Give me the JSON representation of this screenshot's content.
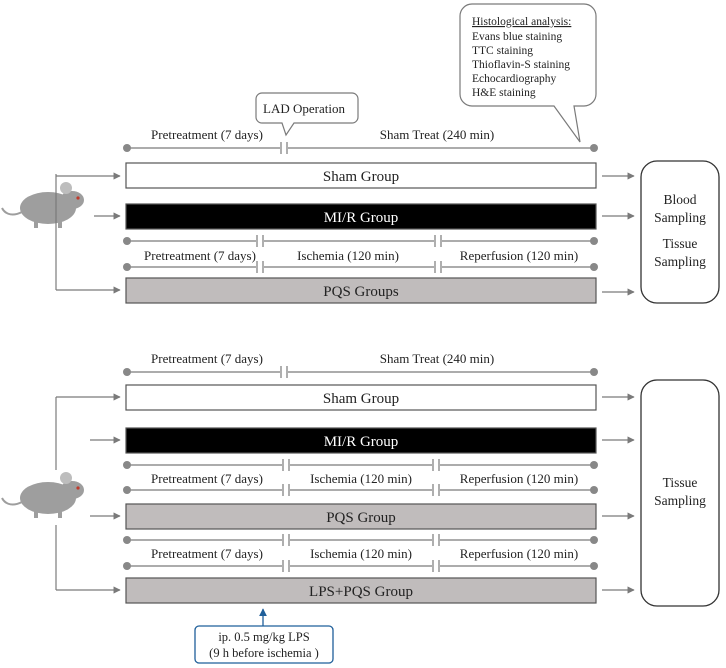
{
  "panel1": {
    "callout_lad": "LAD Operation",
    "histology": {
      "title": "Histological analysis:",
      "items": [
        "Evans blue staining",
        "TTC staining",
        "Thioflavin-S staining",
        "Echocardiography",
        "H&E staining"
      ]
    },
    "timeline_top": {
      "pretreatment": "Pretreatment (7 days)",
      "sham_treat": "Sham Treat (240 min)"
    },
    "groups": {
      "sham": "Sham Group",
      "mir": "MI/R Group",
      "pqs": "PQS Groups"
    },
    "timeline": {
      "pretreatment": "Pretreatment (7 days)",
      "ischemia": "Ischemia (120 min)",
      "reperfusion": "Reperfusion (120 min)"
    },
    "outcome": {
      "blood": [
        "Blood",
        "Sampling"
      ],
      "tissue": [
        "Tissue",
        "Sampling"
      ]
    }
  },
  "panel2": {
    "timeline_top": {
      "pretreatment": "Pretreatment (7 days)",
      "sham_treat": "Sham Treat (240 min)"
    },
    "groups": {
      "sham": "Sham Group",
      "mir": "MI/R Group",
      "pqs": "PQS Group",
      "lps_pqs": "LPS+PQS Group"
    },
    "timeline_a": {
      "pretreatment": "Pretreatment (7 days)",
      "ischemia": "Ischemia (120 min)",
      "reperfusion": "Reperfusion (120 min)"
    },
    "timeline_b": {
      "pretreatment": "Pretreatment (7 days)",
      "ischemia": "Ischemia (120 min)",
      "reperfusion": "Reperfusion (120 min)"
    },
    "outcome": {
      "tissue": [
        "Tissue",
        "Sampling"
      ]
    },
    "lps_note": [
      "ip.  0.5 mg/kg LPS",
      "(9 h before ischemia )"
    ]
  },
  "colors": {
    "line": "#7a7a7a",
    "dot": "#888888",
    "black_box": "#000000",
    "grey_box": "#c0bcbc",
    "note_border": "#1f5f9a"
  }
}
